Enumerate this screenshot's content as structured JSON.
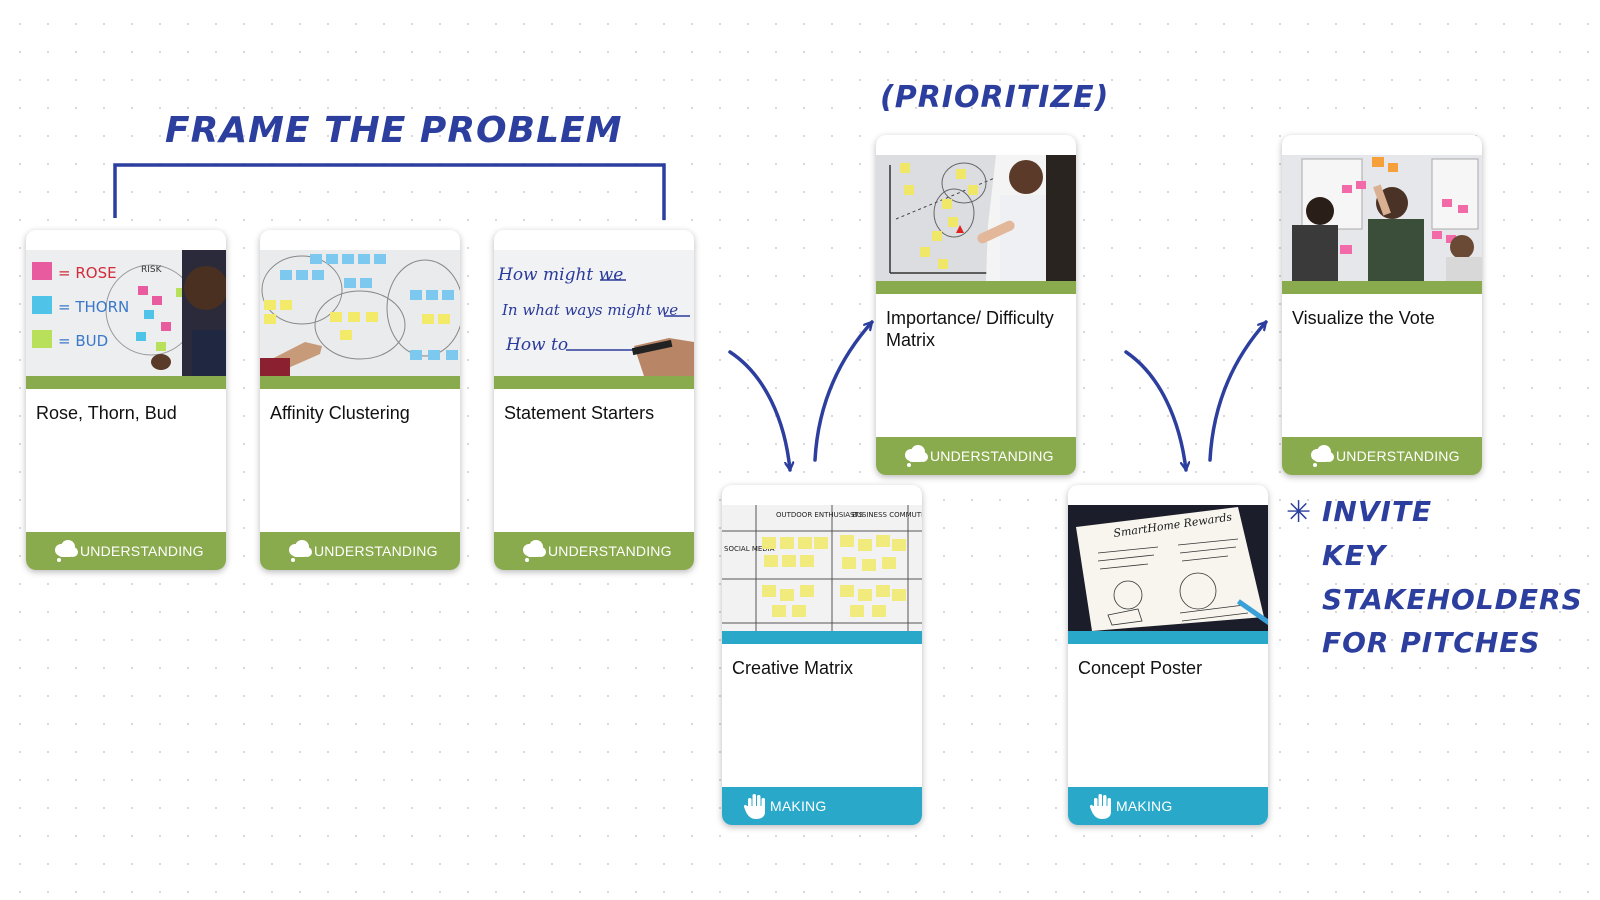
{
  "annotations": {
    "frame": "FRAME THE PROBLEM",
    "prioritize": "(PRIORITIZE)",
    "invite_lines": [
      "INVITE",
      "KEY",
      "STAKEHOLDERS",
      "FOR PITCHES"
    ],
    "asterisk": "✳"
  },
  "colors": {
    "annotation_ink": "#2c3e9e",
    "understanding": "#8aab4d",
    "making": "#2aa8c9"
  },
  "cards": [
    {
      "title": "Rose, Thorn, Bud",
      "category": "UNDERSTANDING",
      "icon": "thought-bubble-icon"
    },
    {
      "title": "Affinity Clustering",
      "category": "UNDERSTANDING",
      "icon": "thought-bubble-icon"
    },
    {
      "title": "Statement Starters",
      "category": "UNDERSTANDING",
      "icon": "thought-bubble-icon"
    },
    {
      "title": "Importance/ Difficulty Matrix",
      "category": "UNDERSTANDING",
      "icon": "thought-bubble-icon"
    },
    {
      "title": "Visualize the Vote",
      "category": "UNDERSTANDING",
      "icon": "thought-bubble-icon"
    },
    {
      "title": "Creative Matrix",
      "category": "MAKING",
      "icon": "hand-icon"
    },
    {
      "title": "Concept Poster",
      "category": "MAKING",
      "icon": "hand-icon"
    }
  ],
  "photo_text": {
    "rtb": {
      "rose": "= ROSE",
      "thorn": "= THORN",
      "bud": "= BUD",
      "risk": "RISK"
    },
    "statement": {
      "line1": "How might we",
      "line2": "In what ways might we",
      "line3": "How to"
    },
    "creative": {
      "row1": "SOCIAL MEDIA",
      "col1": "OUTDOOR ENTHUSIASTS",
      "col2": "BUSINESS COMMUTERS"
    },
    "poster": {
      "heading": "SmartHome Rewards"
    }
  }
}
